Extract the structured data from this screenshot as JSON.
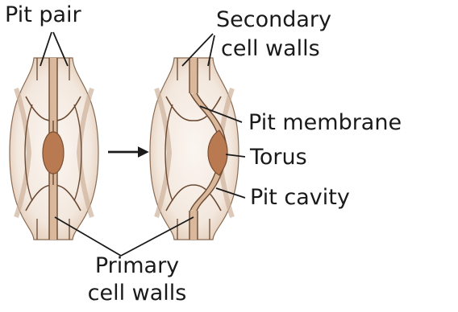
{
  "labels": {
    "pit_pair": "Pit pair",
    "secondary_line1": "Secondary",
    "secondary_line2": "cell walls",
    "pit_membrane": "Pit membrane",
    "torus": "Torus",
    "pit_cavity": "Pit cavity",
    "primary_line1": "Primary",
    "primary_line2": "cell walls"
  },
  "colors": {
    "cell_fill": "#f4ece4",
    "cell_shade": "#e6d3c2",
    "wall_line": "#6b4a33",
    "torus": "#b97a52",
    "text": "#1a1a1a"
  },
  "icons": {
    "transition_arrow": "right-arrow"
  }
}
